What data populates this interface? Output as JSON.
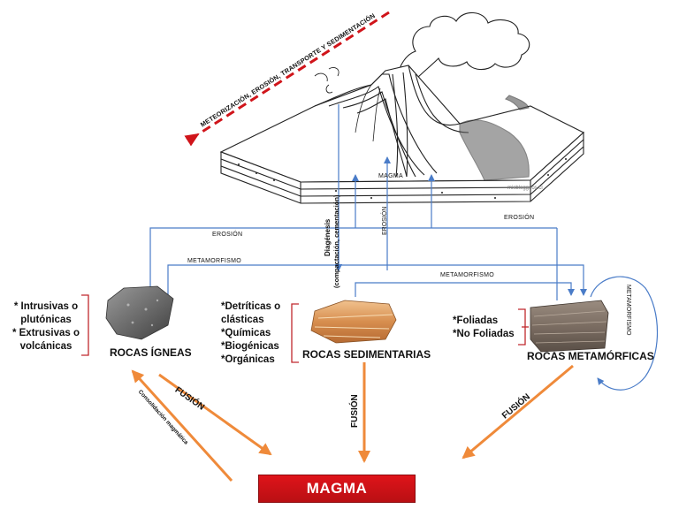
{
  "top_arrow_label": "METEORIZACIÓN, EROSIÓN, TRANSPORTE Y SEDIMENTACIÓN",
  "volcano": {
    "magma_label": "MAGMA",
    "watermark": "misbloggeos.cl"
  },
  "connectors": {
    "erosion_left": "EROSIÓN",
    "erosion_right": "EROSIÓN",
    "erosion_center": "EROSIÓN",
    "metamorfismo_left": "METAMORFISMO",
    "metamorfismo_right": "METAMORFISMO",
    "metamorfismo_loop": "METAMORFISMO",
    "diagenesis": "Diagénesis",
    "diagenesis_detail": "(compactación, cementación)"
  },
  "rocks": {
    "igneas": {
      "label": "ROCAS ÍGNEAS",
      "types": [
        "* Intrusivas o plutónicas",
        "* Extrusivas o volcánicas"
      ]
    },
    "sedimentarias": {
      "label": "ROCAS SEDIMENTARIAS",
      "types": [
        "*Detríticas o clásticas",
        "*Químicas",
        "*Biogénicas",
        "*Orgánicas"
      ]
    },
    "metamorficas": {
      "label": "ROCAS METAMÓRFICAS",
      "types": [
        "*Foliadas",
        "*No Foliadas"
      ]
    }
  },
  "process_labels": {
    "fusion_igneas": "FUSIÓN",
    "fusion_sedimentarias": "FUSIÓN",
    "fusion_metamorficas": "FUSIÓN",
    "consolidacion": "Consolidación magmática"
  },
  "magma": {
    "label": "MAGMA"
  },
  "colors": {
    "arrow_orange": "#ef8a3a",
    "line_blue": "#4a7cc8",
    "magma_red": "#d31218",
    "bracket_red": "#c0282d",
    "dashed_red": "#d0141a"
  }
}
